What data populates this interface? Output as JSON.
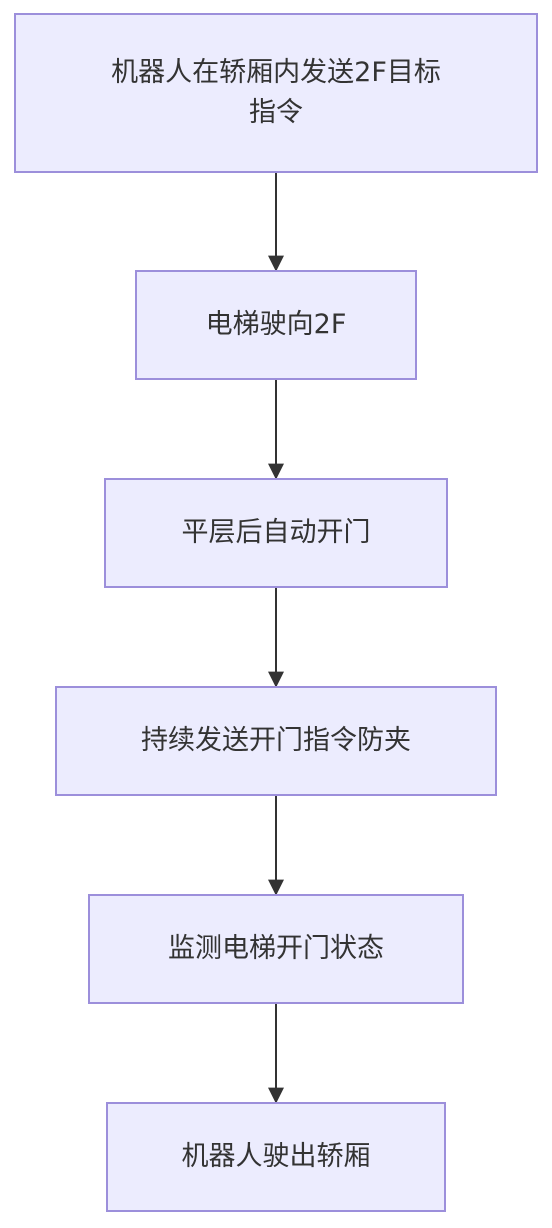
{
  "flowchart": {
    "nodes": [
      {
        "id": "n1",
        "label": "机器人在轿厢内发送2F目标指令",
        "lines": [
          "机器人在轿厢内发送2F目标",
          "指令"
        ]
      },
      {
        "id": "n2",
        "label": "电梯驶向2F"
      },
      {
        "id": "n3",
        "label": "平层后自动开门"
      },
      {
        "id": "n4",
        "label": "持续发送开门指令防夹"
      },
      {
        "id": "n5",
        "label": "监测电梯开门状态"
      },
      {
        "id": "n6",
        "label": "机器人驶出轿厢"
      }
    ],
    "edges": [
      {
        "from": "n1",
        "to": "n2"
      },
      {
        "from": "n2",
        "to": "n3"
      },
      {
        "from": "n3",
        "to": "n4"
      },
      {
        "from": "n4",
        "to": "n5"
      },
      {
        "from": "n5",
        "to": "n6"
      }
    ],
    "colors": {
      "node_fill": "#ececfe",
      "node_border": "#9c8fdb",
      "edge": "#333333",
      "text": "#333333"
    }
  }
}
